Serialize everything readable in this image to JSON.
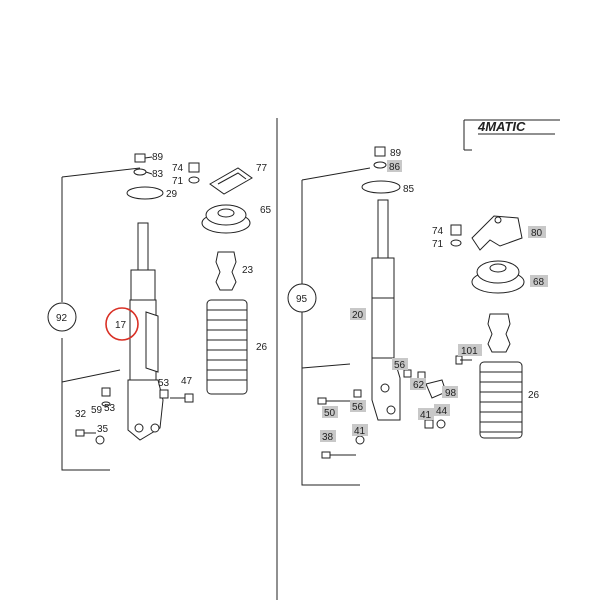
{
  "emblem": "4MATIC",
  "left_group": {
    "group_label": "92",
    "highlight_label": "17",
    "labels": {
      "p89": "89",
      "p83": "83",
      "p29": "29",
      "p74": "74",
      "p71": "71",
      "p77": "77",
      "p65": "65",
      "p23": "23",
      "p26": "26",
      "p53a": "53",
      "p47": "47",
      "p59": "59",
      "p53b": "53",
      "p32": "32",
      "p35": "35"
    }
  },
  "right_group": {
    "group_label": "95",
    "labels": {
      "p89": "89",
      "p86": "86",
      "p85": "85",
      "p74": "74",
      "p71": "71",
      "p80": "80",
      "p68": "68",
      "p20": "20",
      "p56a": "56",
      "p101": "101",
      "p62": "62",
      "p98": "98",
      "p50": "50",
      "p56b": "56",
      "p41a": "41",
      "p44": "44",
      "p38": "38",
      "p41b": "41",
      "p26": "26"
    }
  },
  "colors": {
    "highlight_circle": "#d93025",
    "label_highlight": "#c8c8c8",
    "line": "#222222"
  }
}
